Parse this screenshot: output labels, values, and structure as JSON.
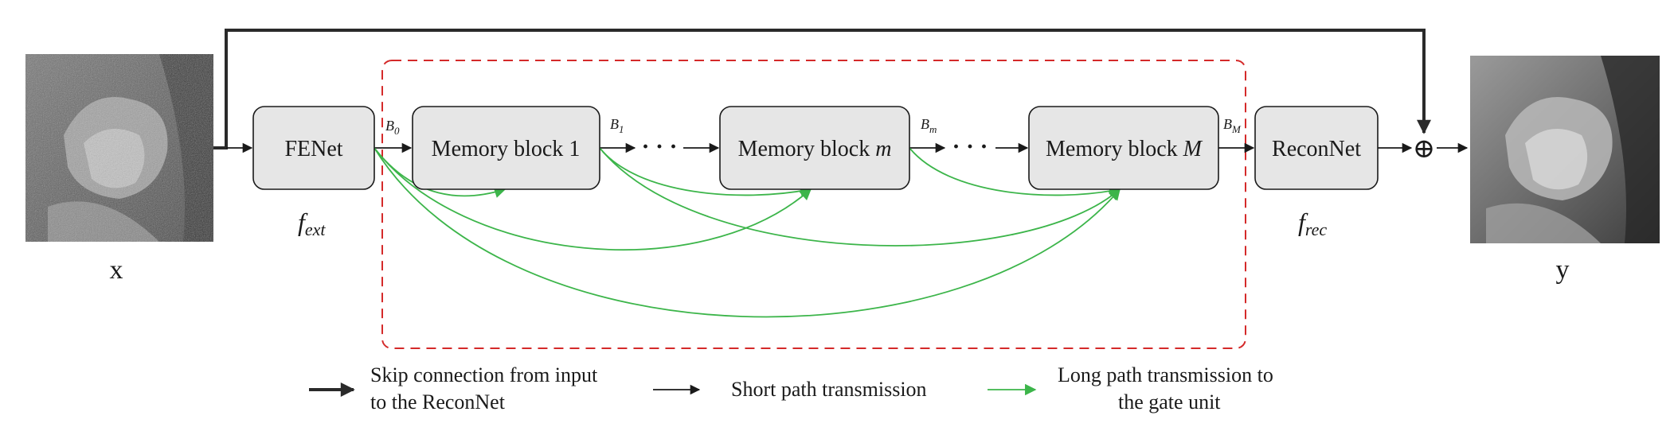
{
  "diagram": {
    "input_label": "x",
    "output_label": "y",
    "fenet": {
      "label": "FENet",
      "func_main": "f",
      "func_sub": "ext"
    },
    "reconnet": {
      "label": "ReconNet",
      "func_main": "f",
      "func_sub": "rec"
    },
    "memory_block_1": {
      "prefix": "Memory block",
      "suffix": "1"
    },
    "memory_block_m": {
      "prefix": "Memory block",
      "suffix": "m"
    },
    "memory_block_M": {
      "prefix": "Memory block",
      "suffix": "M"
    },
    "ellipsis": "· · ·",
    "sum_symbol": "⊕",
    "b_labels": [
      {
        "main": "B",
        "sub": "0"
      },
      {
        "main": "B",
        "sub": "1"
      },
      {
        "main": "B",
        "sub": "m"
      },
      {
        "main": "B",
        "sub": "M"
      }
    ],
    "colors": {
      "long_path": "#3cb54a",
      "dashed_region": "#d42a2a",
      "box_fill": "#e6e6e6",
      "stroke": "#1a1a1a"
    }
  },
  "legend": {
    "skip": {
      "line1": "Skip connection from input",
      "line2": "to the ReconNet"
    },
    "short": {
      "line1": "Short path transmission"
    },
    "long": {
      "line1": "Long path transmission to",
      "line2": "the gate unit"
    }
  }
}
